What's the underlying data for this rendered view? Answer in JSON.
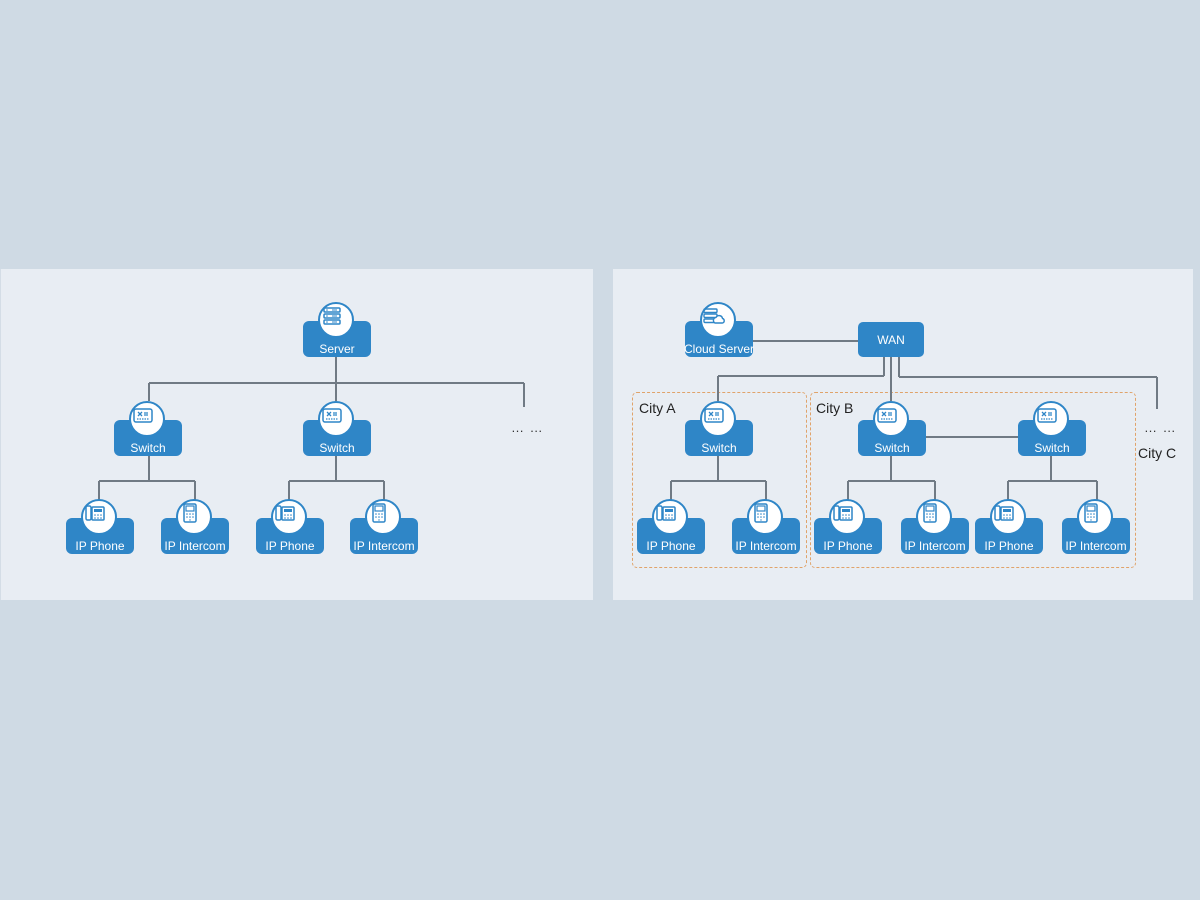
{
  "colors": {
    "background": "#cfdae4",
    "panel": "#e8edf3",
    "node": "#2f86c7",
    "line": "#707a84",
    "city_border": "#e0a36a"
  },
  "left": {
    "server": {
      "label": "Server",
      "icon": "server-icon"
    },
    "switches": [
      {
        "label": "Switch",
        "icon": "switch-icon"
      },
      {
        "label": "Switch",
        "icon": "switch-icon"
      }
    ],
    "more": "… …",
    "endpoints": [
      {
        "label": "IP Phone",
        "icon": "ip-phone-icon"
      },
      {
        "label": "IP Intercom",
        "icon": "ip-intercom-icon"
      },
      {
        "label": "IP Phone",
        "icon": "ip-phone-icon"
      },
      {
        "label": "IP Intercom",
        "icon": "ip-intercom-icon"
      }
    ]
  },
  "right": {
    "cloud_server": {
      "label": "Cloud Server",
      "icon": "cloud-server-icon"
    },
    "wan": {
      "label": "WAN"
    },
    "cities": [
      {
        "label": "City A"
      },
      {
        "label": "City B"
      },
      {
        "label": "City C"
      }
    ],
    "more": "… …",
    "switches": [
      {
        "label": "Switch",
        "icon": "switch-icon"
      },
      {
        "label": "Switch",
        "icon": "switch-icon"
      },
      {
        "label": "Switch",
        "icon": "switch-icon"
      }
    ],
    "endpoints": [
      {
        "label": "IP Phone",
        "icon": "ip-phone-icon"
      },
      {
        "label": "IP Intercom",
        "icon": "ip-intercom-icon"
      },
      {
        "label": "IP Phone",
        "icon": "ip-phone-icon"
      },
      {
        "label": "IP Intercom",
        "icon": "ip-intercom-icon"
      },
      {
        "label": "IP Phone",
        "icon": "ip-phone-icon"
      },
      {
        "label": "IP Intercom",
        "icon": "ip-intercom-icon"
      }
    ]
  }
}
